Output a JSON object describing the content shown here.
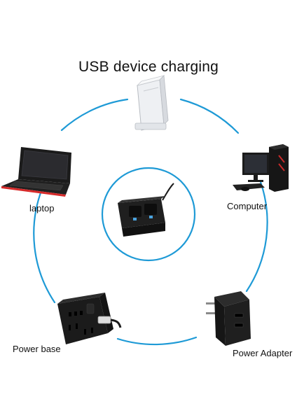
{
  "diagram": {
    "title": "USB device charging",
    "nodes": [
      {
        "id": "game-console",
        "label": "",
        "icon": "game-console-icon"
      },
      {
        "id": "laptop",
        "label": "laptop",
        "icon": "laptop-icon"
      },
      {
        "id": "computer",
        "label": "Computer",
        "icon": "desktop-computer-icon"
      },
      {
        "id": "power-base",
        "label": "Power base",
        "icon": "power-strip-icon"
      },
      {
        "id": "power-adapter",
        "label": "Power Adapter",
        "icon": "usb-wall-adapter-icon"
      },
      {
        "id": "charging-dock",
        "label": "",
        "icon": "charging-dock-icon"
      }
    ]
  },
  "colors": {
    "circle": "#1e9ad6",
    "device_dark": "#1b1b1b",
    "console_white": "#eef0f3",
    "laptop_accent": "#d62a2a",
    "background": "#ffffff"
  }
}
